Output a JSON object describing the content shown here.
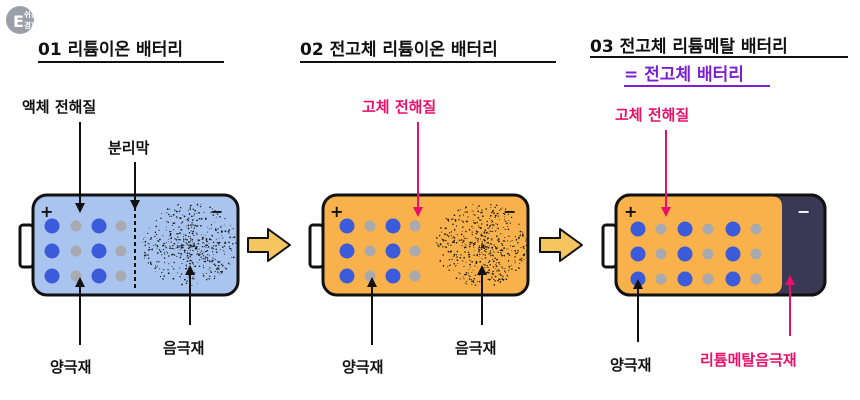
{
  "logo": {
    "line1": "쉬운",
    "line2": "경제",
    "letter": "E"
  },
  "colors": {
    "pink": "#e8106a",
    "purple": "#7a1fd1",
    "liquid_blue": "#a9c4ee",
    "solid_orange": "#f8b14b",
    "lithium_metal": "#3a3855",
    "ion_blue": "#3b5bdb",
    "grey_dot": "#a9aab0",
    "arrow_fill": "#f5c65f"
  },
  "panels": [
    {
      "title": "01 리튬이온 배터리",
      "labels": {
        "electrolyte": "액체 전해질",
        "separator": "분리막",
        "cathode": "양극재",
        "anode": "음극재"
      }
    },
    {
      "title": "02 전고체 리튬이온 배터리",
      "labels": {
        "electrolyte": "고체 전해질",
        "cathode": "양극재",
        "anode": "음극재"
      }
    },
    {
      "title": "03 전고체 리튬메탈 배터리",
      "subtitle": "= 전고체 배터리",
      "labels": {
        "electrolyte": "고체 전해질",
        "cathode": "양극재",
        "anode": "리튬메탈음극재"
      }
    }
  ],
  "terminals": {
    "plus": "+",
    "minus": "−"
  }
}
